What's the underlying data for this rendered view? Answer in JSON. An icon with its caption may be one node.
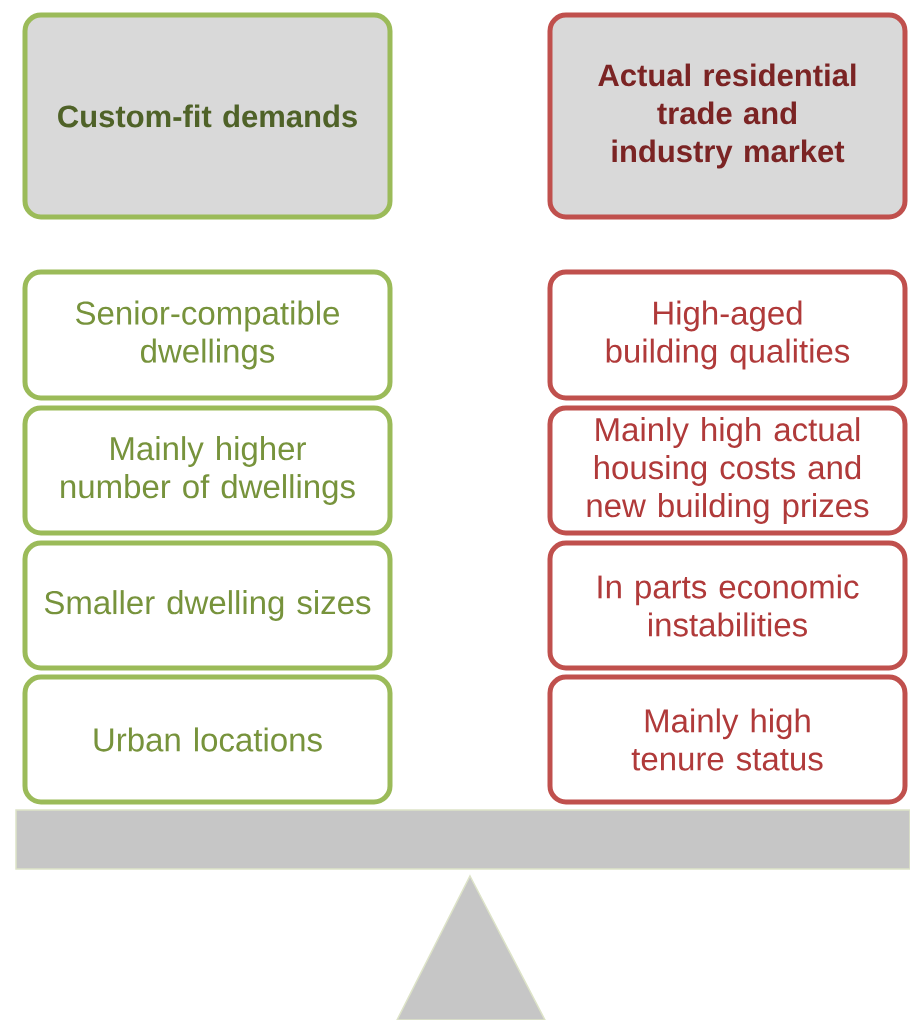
{
  "diagram": {
    "nodes": [
      {
        "text": [
          "Custom-fit demands"
        ]
      },
      {
        "text": [
          "Actual residential trade and industry market"
        ]
      },
      {
        "text": [
          "Senior-compatible dwellings"
        ]
      },
      {
        "text": [
          "High-aged building qualities"
        ]
      },
      {
        "text": [
          "Mainly higher number of dwellings"
        ]
      },
      {
        "text": [
          "Mainly high actual housing costs and new building prizes"
        ]
      },
      {
        "text": [
          "Smaller dwelling sizes"
        ]
      },
      {
        "text": [
          "In parts economic instabilities"
        ]
      },
      {
        "text": [
          "Urban locations"
        ]
      },
      {
        "text": [
          "Mainly high tenure status"
        ]
      }
    ]
  }
}
